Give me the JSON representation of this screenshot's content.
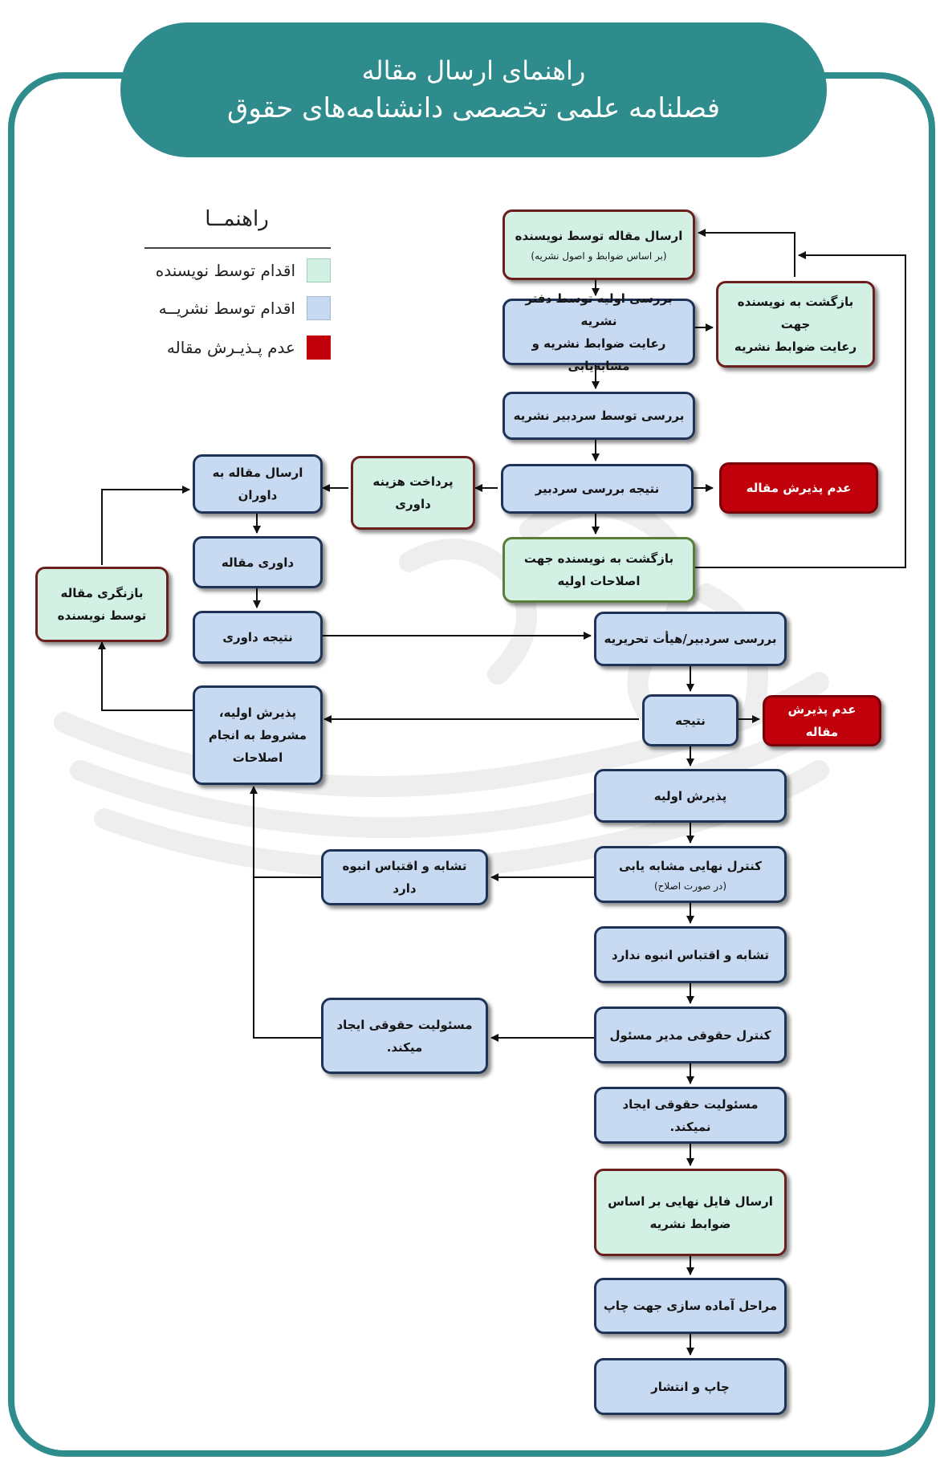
{
  "header": {
    "line1": "راهنمای ارسال مقاله",
    "line2": "فصلنامه علمی تخصصی دانشنامه‌های حقوق"
  },
  "legend": {
    "title": "راهنمــا",
    "items": [
      {
        "label": "اقدام توسط نویسنده",
        "color": "#d2f1e4"
      },
      {
        "label": "اقدام توسط نشریــه",
        "color": "#c8daf2"
      },
      {
        "label": "عدم پـذیـرش مقاله",
        "color": "#c0000b"
      }
    ]
  },
  "nodes": {
    "submit_line1": "ارسال مقاله توسط نویسنده",
    "submit_line2": "(بر اساس ضوابط و اصول نشریه)",
    "office_line1": "بررسی اولیه توسط دفتر نشریه",
    "office_line2": "رعایت ضوابط نشریه و مشابه‌یابی",
    "return_rules_line1": "بازگشت به نویسنده جهت",
    "return_rules_line2": "رعایت ضوابط نشریه",
    "editor_review": "بررسی توسط سردبیر نشریه",
    "editor_result": "نتیجه بررسی سردبیر",
    "reject1": "عدم پذیرش مقاله",
    "pay_line1": "پرداخت هزینه",
    "pay_line2": "داوری",
    "send_reviewers_line1": "ارسال مقاله به",
    "send_reviewers_line2": "داوران",
    "return_initial_line1": "بازگشت به نویسنده جهت",
    "return_initial_line2": "اصلاحات اولیه",
    "review": "داوری مقاله",
    "revision_line1": "بازنگری مقاله",
    "revision_line2": "توسط نویسنده",
    "review_result": "نتیجه داوری",
    "board_review": "بررسی سردبیر/هیأت تحریریه",
    "result": "نتیجه",
    "reject2": "عدم پذیرش مقاله",
    "conditional_line1": "پذیرش اولیه،",
    "conditional_line2": "مشروط به انجام",
    "conditional_line3": "اصلاحات",
    "initial_accept": "پذیرش اولیه",
    "final_check_line1": "کنترل نهایی مشابه یابی",
    "final_check_line2": "(در صورت اصلاح)",
    "plag_yes": "تشابه و اقتباس انبوه دارد",
    "plag_no": "تشابه و اقتباس انبوه ندارد",
    "legal_check": "کنترل حقوقی مدیر مسئول",
    "liability_yes_line1": "مسئولیت حقوقی ایجاد",
    "liability_yes_line2": "میکند.",
    "liability_no": "مسئولیت حقوقی ایجاد نمیکند.",
    "final_file_line1": "ارسال فایل  نهایی بر اساس",
    "final_file_line2": "ضوابط نشریه",
    "prepare": "مراحل آماده سازی جهت چاپ",
    "publish": "چاپ و انتشار"
  }
}
